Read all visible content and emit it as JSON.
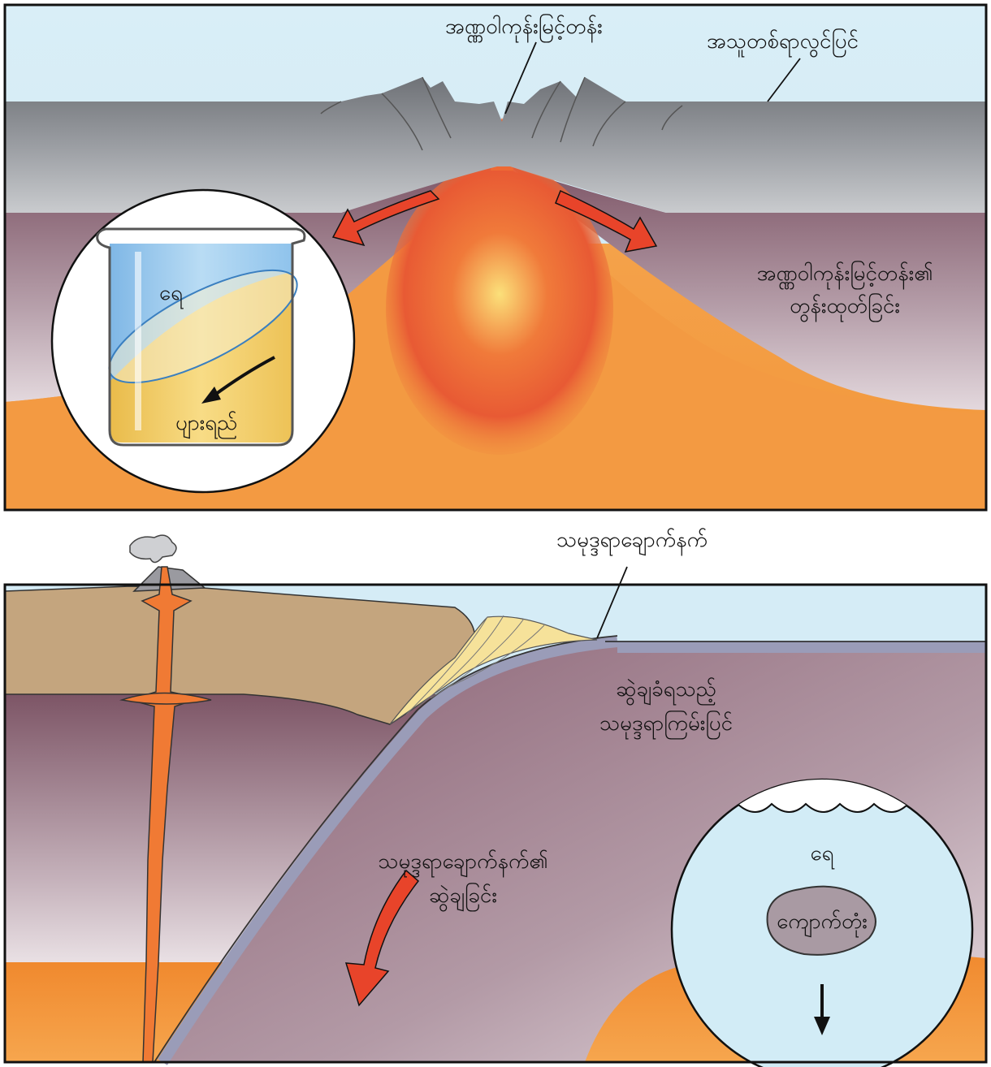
{
  "top_panel": {
    "ridge_label": "အဏ္ဏဝါကုန်းမြင့်တန်း",
    "plate_label": "အသူတစ်ရာလွင်ပြင်",
    "spreading_label_line1": "အဏ္ဏဝါကုန်းမြင့်တန်း၏",
    "spreading_label_line2": "တွန်းထုတ်ခြင်း",
    "inset_water_label": "ရေ",
    "inset_syrup_label": "ပျားရည်"
  },
  "bottom_panel": {
    "sediment_label": "သမုဒ္ဒရာချောက်နက်",
    "subducting_label_line1": "ဆွဲချခံရသည့်",
    "subducting_label_line2": "သမုဒ္ဒရာကြမ်းပြင်",
    "slab_pull_label_line1": "သမုဒ္ဒရာချောက်နက်၏",
    "slab_pull_label_line2": "ဆွဲချခြင်း",
    "inset_water_label": "ရေ",
    "inset_rock_label": "ကျောက်တုံး"
  },
  "colors": {
    "sky": "#d5ecf6",
    "crust_gray": "#8a8d92",
    "mantle_purple": "#8a6272",
    "magma_orange": "#f08a2a",
    "arrow_red": "#e8442a",
    "continent_tan": "#c4a57e"
  }
}
